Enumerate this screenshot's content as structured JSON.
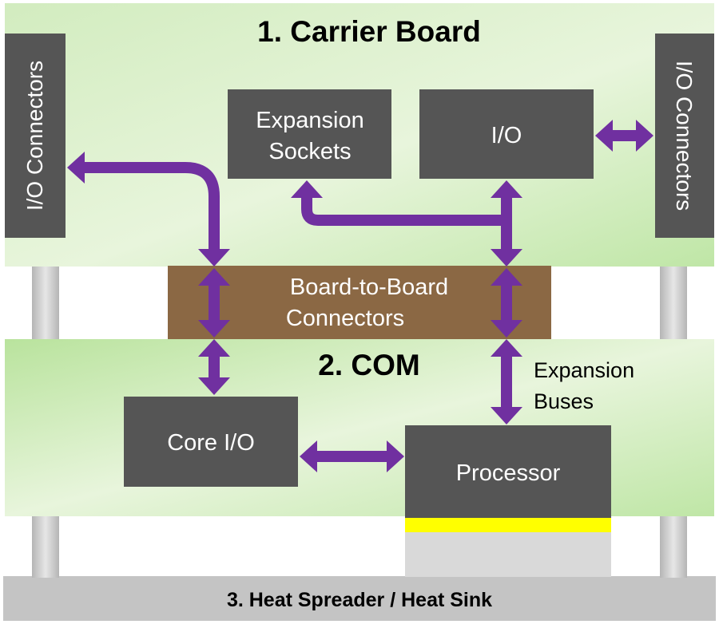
{
  "layers": {
    "carrier": {
      "title": "1. Carrier Board"
    },
    "com": {
      "title": "2. COM"
    },
    "heatsink": {
      "title": "3. Heat Spreader / Heat Sink"
    }
  },
  "blocks": {
    "io_left": {
      "label": "I/O Connectors"
    },
    "io_right": {
      "label": "I/O Connectors"
    },
    "expansion_sockets": {
      "line1": "Expansion",
      "line2": "Sockets"
    },
    "io": {
      "label": "I/O"
    },
    "b2b": {
      "line1": "Board-to-Board",
      "line2": "Connectors"
    },
    "core_io": {
      "label": "Core I/O"
    },
    "processor": {
      "label": "Processor"
    },
    "expansion_buses": {
      "line1": "Expansion",
      "line2": "Buses"
    }
  },
  "colors": {
    "board_green": "#dff0cf",
    "board_green_dark": "#a8dc8c",
    "block_gray": "#555555",
    "connector_brown": "#8b6844",
    "arrow_purple": "#7030a0",
    "spacer_gray": "#cfcfcf",
    "heatsink_gray": "#c4c4c4",
    "thermal_yellow": "#ffff00",
    "block_text": "#ffffff",
    "title_text": "#000000"
  }
}
